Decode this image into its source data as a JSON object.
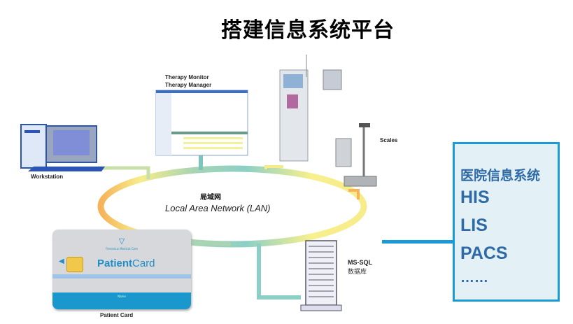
{
  "title": "搭建信息系统平台",
  "devices": {
    "therapy_monitor": "Therapy Monitor",
    "therapy_manager": "Therapy Manager",
    "workstation": "Workstation",
    "scales": "Scales",
    "patient_card": "Patient Card",
    "database_name": "MS-SQL",
    "database_cn": "数据库"
  },
  "network": {
    "label_cn": "局域网",
    "label_en": "Local Area Network (LAN)"
  },
  "card": {
    "brand": "Fresenius Medical Care",
    "title_a": "Patient",
    "title_b": "Card",
    "name_field": "Name"
  },
  "systems": {
    "heading": "医院信息系统",
    "items": [
      "HIS",
      "LIS",
      "PACS",
      "……"
    ]
  },
  "colors": {
    "accent": "#1a9bd6",
    "box_text": "#2e6aa6",
    "box_fill": "#e3f0f6"
  }
}
